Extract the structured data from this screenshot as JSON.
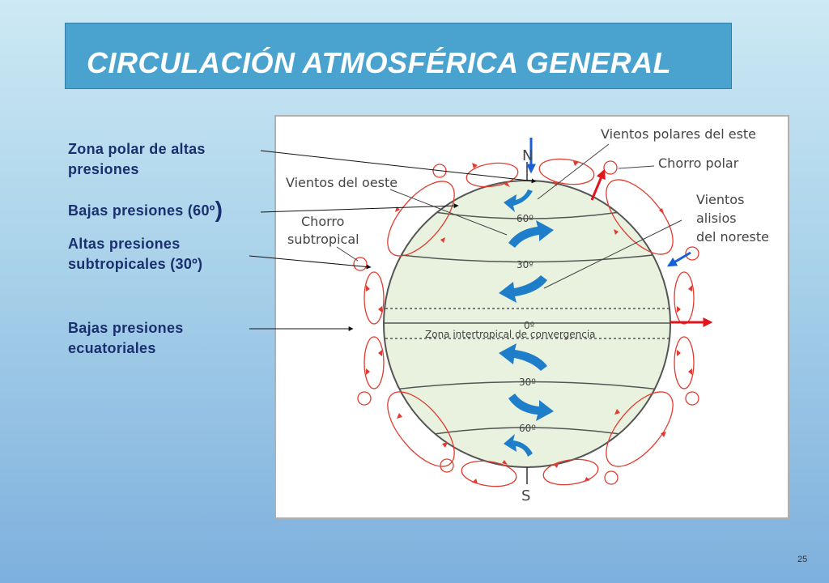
{
  "title": "CIRCULACIÓN ATMOSFÉRICA GENERAL",
  "left_labels": {
    "polar_high": [
      "Zona polar de altas",
      "presiones"
    ],
    "low60": "Bajas presiones (60º",
    "low60_paren": ")",
    "subtropical_high": [
      "Altas presiones",
      "subtropicales (30º)"
    ],
    "equatorial_low": [
      "Bajas presiones",
      "ecuatoriales"
    ]
  },
  "diagram": {
    "north": "N",
    "south": "S",
    "polar_easterlies": "Vientos polares del este",
    "polar_jet": "Chorro polar",
    "westerlies": "Vientos del oeste",
    "subtropical_jet": [
      "Chorro",
      "subtropical"
    ],
    "trade_winds": [
      "Vientos",
      "alisios",
      "del noreste"
    ],
    "lat_60n": "60º",
    "lat_30n": "30º",
    "lat_0": "0º",
    "itcz": "Zona intertropical de convergencia",
    "lat_30s": "30º",
    "lat_60s": "60º"
  },
  "colors": {
    "title_bg": "#4aa3cf",
    "label_text": "#1a2f6e",
    "cell_red": "#e23a2e",
    "wind_blue": "#1f7ec9",
    "globe_fill": "#e8f2df"
  },
  "page_number": "25"
}
